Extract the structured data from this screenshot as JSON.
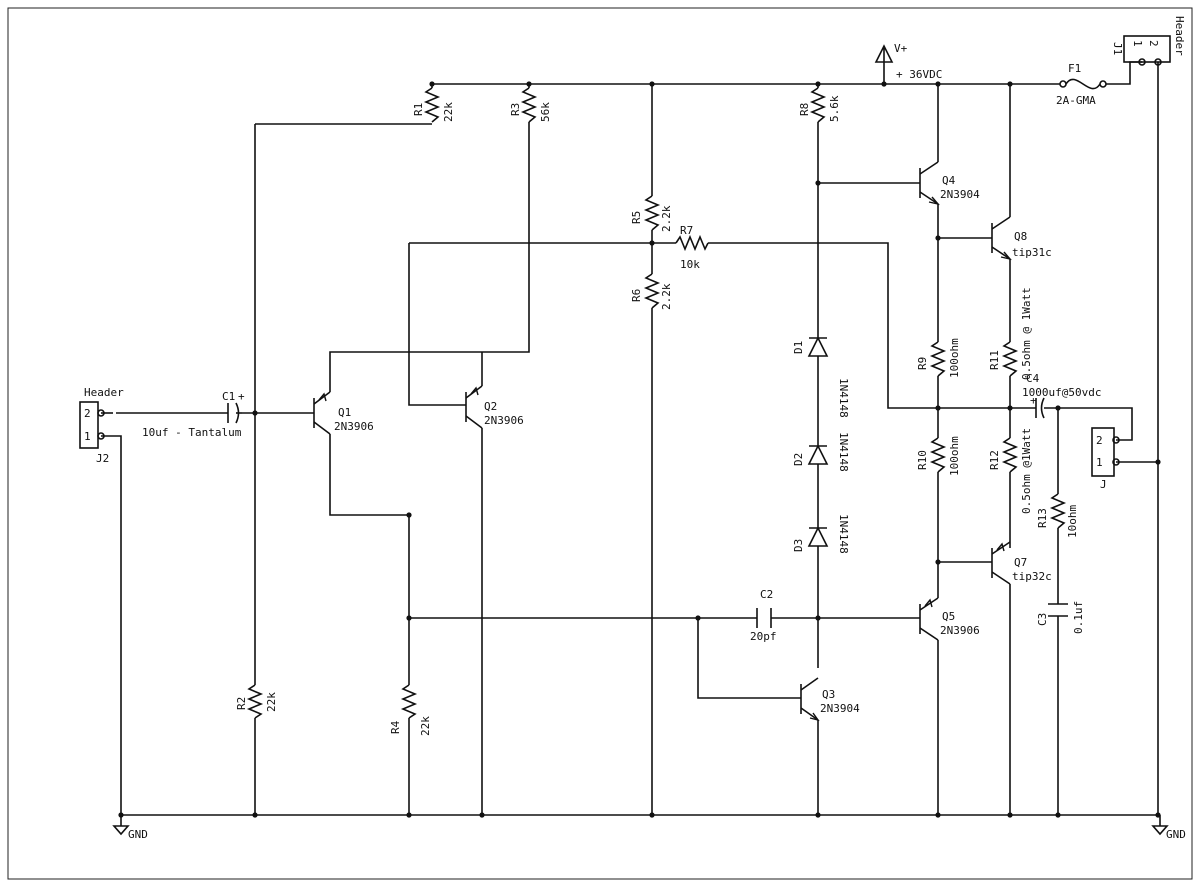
{
  "colors": {
    "ink": "#111111",
    "paper": "#ffffff"
  },
  "labels": {
    "vplus": "V+",
    "supply": "+ 36VDC",
    "gnd": "GND",
    "r1": {
      "ref": "R1",
      "val": "22k"
    },
    "r2": {
      "ref": "R2",
      "val": "22k"
    },
    "r3": {
      "ref": "R3",
      "val": "56k"
    },
    "r4": {
      "ref": "R4",
      "val": "22k"
    },
    "r5": {
      "ref": "R5",
      "val": "2.2k"
    },
    "r6": {
      "ref": "R6",
      "val": "2.2k"
    },
    "r7": {
      "ref": "R7",
      "val": "10k"
    },
    "r8": {
      "ref": "R8",
      "val": "5.6k"
    },
    "r9": {
      "ref": "R9",
      "val": "100ohm"
    },
    "r10": {
      "ref": "R10",
      "val": "100ohm"
    },
    "r11": {
      "ref": "R11",
      "val": "0.5ohm @ 1Watt"
    },
    "r12": {
      "ref": "R12",
      "val": "0.5ohm @1Watt"
    },
    "r13": {
      "ref": "R13",
      "val": "10ohm"
    },
    "c1": {
      "ref": "C1",
      "val": "10uf - Tantalum"
    },
    "c2": {
      "ref": "C2",
      "val": "20pf"
    },
    "c3": {
      "ref": "C3",
      "val": "0.1uf"
    },
    "c4": {
      "ref": "C4",
      "val": "1000uf@50vdc"
    },
    "q1": {
      "ref": "Q1",
      "val": "2N3906"
    },
    "q2": {
      "ref": "Q2",
      "val": "2N3906"
    },
    "q3": {
      "ref": "Q3",
      "val": "2N3904"
    },
    "q4": {
      "ref": "Q4",
      "val": "2N3904"
    },
    "q5": {
      "ref": "Q5",
      "val": "2N3906"
    },
    "q7": {
      "ref": "Q7",
      "val": "tip32c"
    },
    "q8": {
      "ref": "Q8",
      "val": "tip31c"
    },
    "d1": {
      "ref": "D1",
      "val": "1N4148"
    },
    "d2": {
      "ref": "D2",
      "val": "1N4148"
    },
    "d3": {
      "ref": "D3",
      "val": "1N4148"
    },
    "f1": {
      "ref": "F1",
      "val": "2A-GMA"
    },
    "j2": {
      "title": "Header",
      "ref": "J2",
      "pin2": "2",
      "pin1": "1"
    },
    "j": {
      "ref": "J",
      "pin2": "2",
      "pin1": "1"
    },
    "j1": {
      "title": "Header",
      "ref": "J1",
      "pin1": "1",
      "pin2": "2"
    }
  }
}
